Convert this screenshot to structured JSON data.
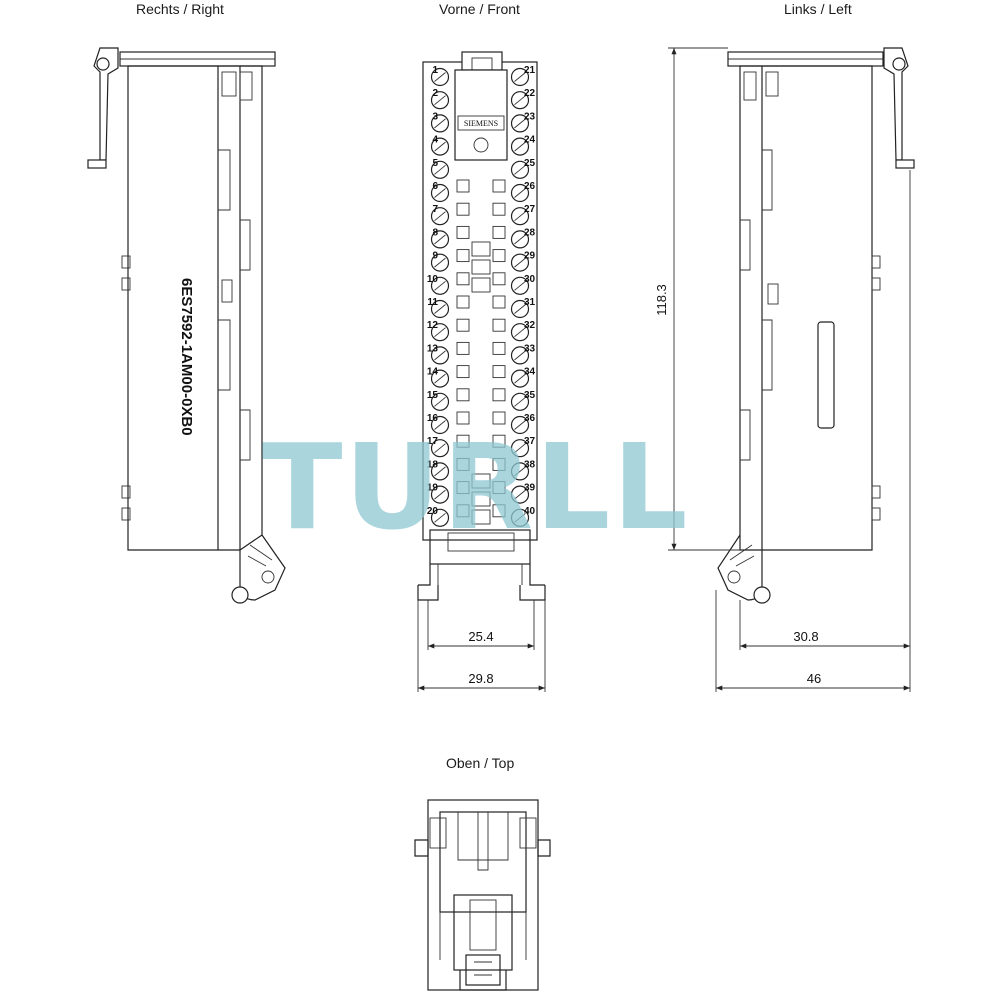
{
  "views": {
    "right": "Rechts / Right",
    "front": "Vorne / Front",
    "left": "Links / Left",
    "top": "Oben / Top"
  },
  "part_number": "6ES7592-1AM00-0XB0",
  "brand_label": "SIEMENS",
  "watermark": "TURLL",
  "dimensions": {
    "height": "118.3",
    "front_inner_width": "25.4",
    "front_outer_width": "29.8",
    "left_inner_depth": "30.8",
    "left_outer_depth": "46"
  },
  "terminals": {
    "left": [
      "1",
      "2",
      "3",
      "4",
      "5",
      "6",
      "7",
      "8",
      "9",
      "10",
      "11",
      "12",
      "13",
      "14",
      "15",
      "16",
      "17",
      "18",
      "19",
      "20"
    ],
    "right": [
      "21",
      "22",
      "23",
      "24",
      "25",
      "26",
      "27",
      "28",
      "29",
      "30",
      "31",
      "32",
      "33",
      "34",
      "35",
      "36",
      "37",
      "38",
      "39",
      "40"
    ]
  }
}
